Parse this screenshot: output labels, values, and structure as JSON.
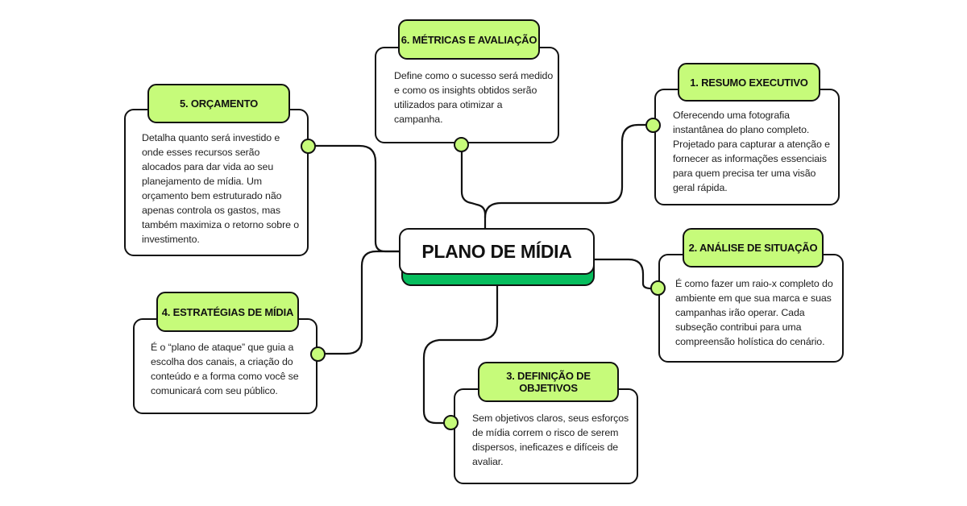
{
  "center": {
    "title": "PLANO DE MÍDIA"
  },
  "colors": {
    "tag_fill": "#c6fb7a",
    "center_accent": "#06bd5d",
    "outline": "#111111",
    "background": "#ffffff"
  },
  "nodes": [
    {
      "id": "resumo-executivo",
      "title": "1. RESUMO EXECUTIVO",
      "lines": [
        "Oferecendo uma fotografia",
        "instantânea do plano completo.",
        "Projetado para capturar a atenção e",
        "fornecer as informações essenciais",
        "para quem precisa ter uma visão",
        "geral rápida."
      ]
    },
    {
      "id": "analise-de-situacao",
      "title": "2. ANÁLISE DE SITUAÇÃO",
      "lines": [
        "É como fazer um raio-x completo do",
        "ambiente em que sua marca e suas",
        "campanhas irão operar. Cada",
        "subseção contribui para uma",
        "compreensão holística do cenário."
      ]
    },
    {
      "id": "definicao-de-objetivos",
      "title": "3. DEFINIÇÃO DE OBJETIVOS",
      "title_lines": [
        "3. DEFINIÇÃO DE",
        "OBJETIVOS"
      ],
      "lines": [
        "Sem objetivos claros, seus esforços",
        "de mídia correm o risco de serem",
        "dispersos, ineficazes e difíceis de",
        "avaliar."
      ]
    },
    {
      "id": "estrategias-de-midia",
      "title": "4. ESTRATÉGIAS DE MÍDIA",
      "lines": [
        "É o “plano de ataque” que guia a",
        "escolha dos canais, a criação do",
        "conteúdo e a forma como você se",
        "comunicará com seu público."
      ]
    },
    {
      "id": "orcamento",
      "title": "5. ORÇAMENTO",
      "lines": [
        "Detalha quanto será investido e",
        "onde esses recursos serão",
        "alocados para dar vida ao seu",
        "planejamento de mídia. Um",
        "orçamento bem estruturado não",
        "apenas controla os gastos, mas",
        "também maximiza o retorno sobre o",
        "investimento."
      ]
    },
    {
      "id": "metricas-e-avaliacao",
      "title": "6. MÉTRICAS E AVALIAÇÃO",
      "lines": [
        "Define como o sucesso será medido",
        "e como os insights obtidos serão",
        "utilizados para otimizar a",
        "campanha."
      ]
    }
  ]
}
